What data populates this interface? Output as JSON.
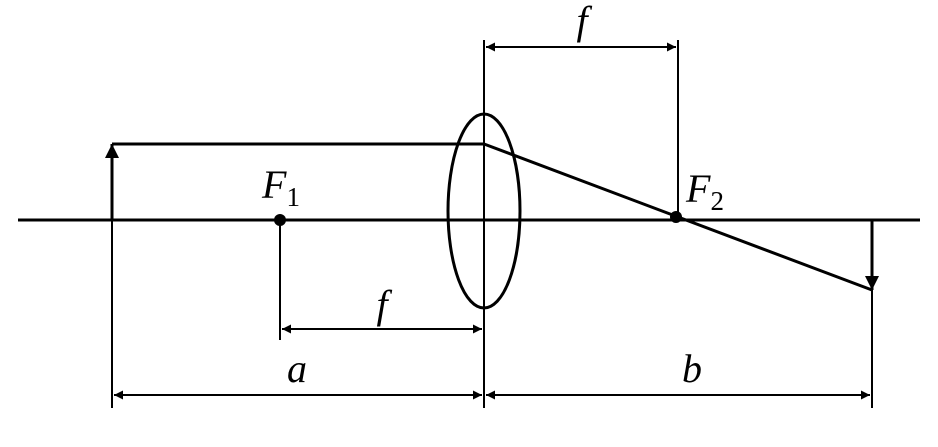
{
  "labels": {
    "focal_top": "f",
    "focal_bottom": "f",
    "object_distance": "a",
    "image_distance": "b",
    "focus_left": {
      "main": "F",
      "sub": "1"
    },
    "focus_right": {
      "main": "F",
      "sub": "2"
    }
  }
}
